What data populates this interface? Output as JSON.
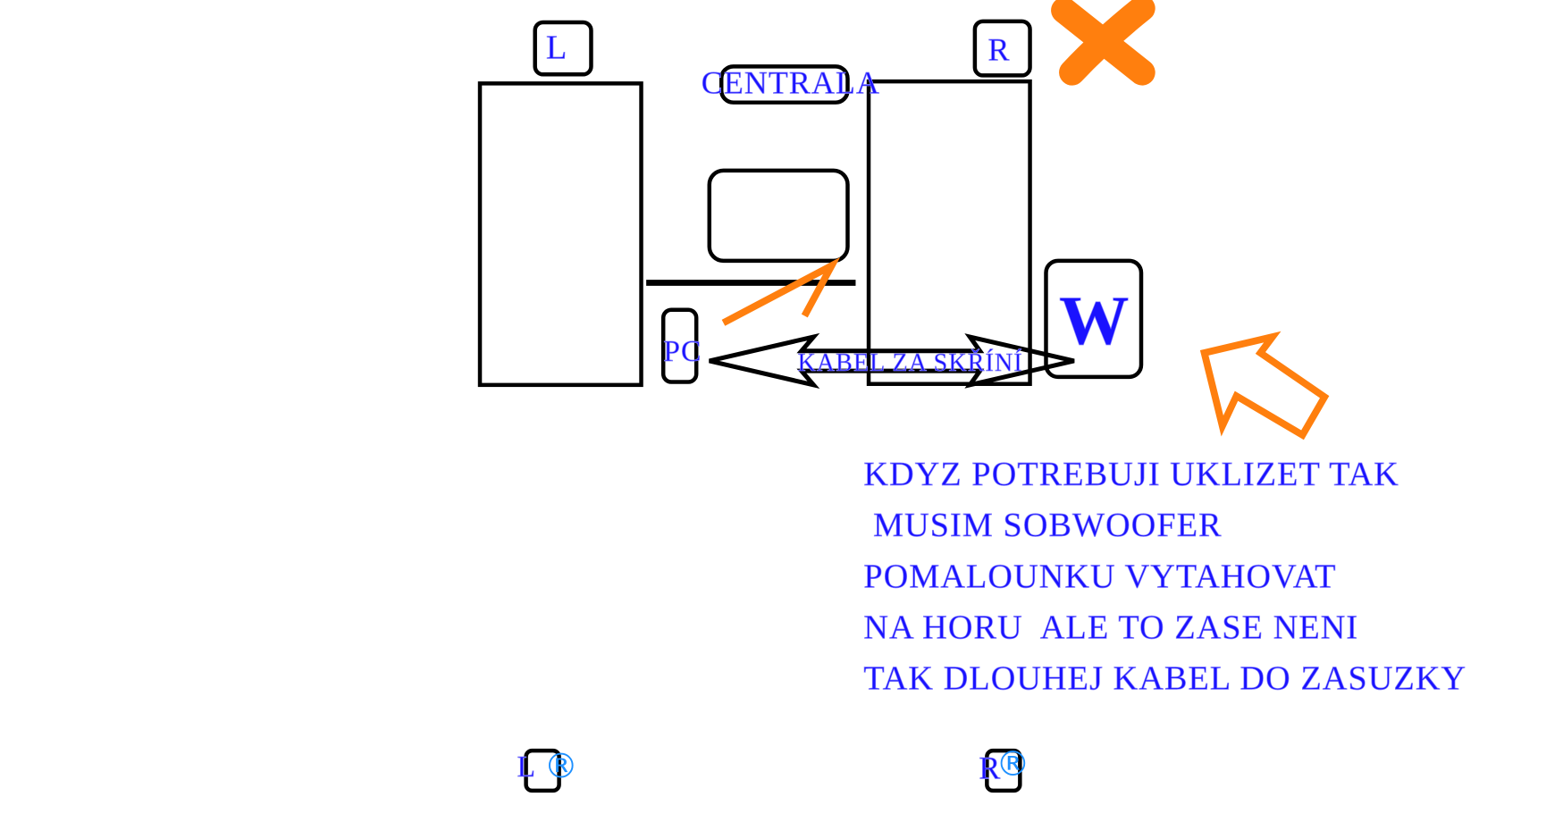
{
  "labels": {
    "left_speaker": "L",
    "right_speaker": "R",
    "central_unit": "CENTRALA",
    "pc": "PC",
    "subwoofer": "W",
    "cable": "KABEL ZA SKŘÍNÍ",
    "rear_left": "L",
    "rear_left_mark": "®",
    "rear_right": "R",
    "rear_right_mark": "®"
  },
  "note": {
    "lines": [
      "KDYZ POTREBUJI UKLIZET TAK",
      " MUSIM SOBWOOFER",
      "POMALOUNKU VYTAHOVAT",
      "NA HORU  ALE TO ZASE NENI",
      "TAK DLOUHEJ KABEL DO ZASUZKY"
    ]
  },
  "colors": {
    "text": "#1a12ff",
    "accent": "#ff7f0e",
    "mark": "#1e90ff"
  }
}
